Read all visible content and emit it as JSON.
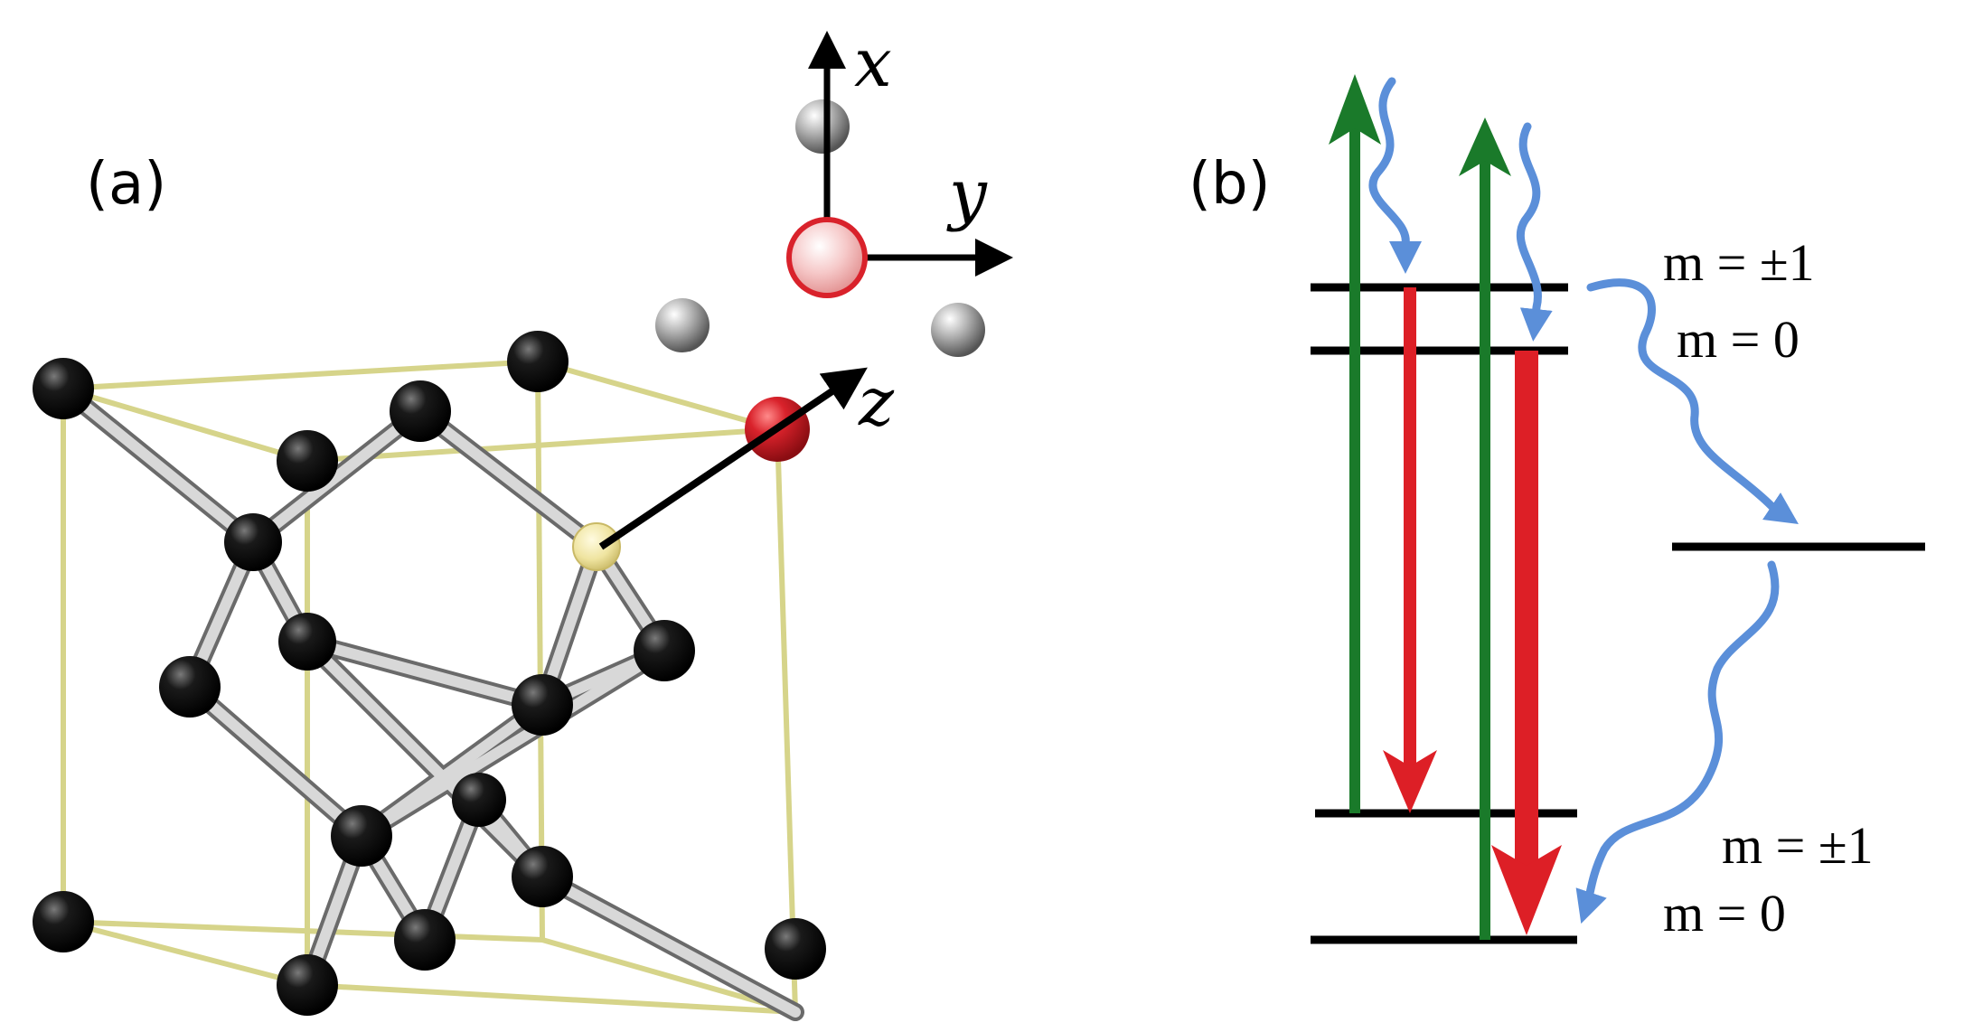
{
  "panels": {
    "a": {
      "label": "(a)"
    },
    "b": {
      "label": "(b)"
    }
  },
  "axes": {
    "x": "x",
    "y": "y",
    "z": "z"
  },
  "levels": {
    "excited_pm1": "m = ±1",
    "excited_0": "m = 0",
    "ground_pm1": "m = ±1",
    "ground_0": "m = 0"
  },
  "colors": {
    "carbon": "#000000",
    "nitrogen": "#d9222b",
    "vacancy": "#efe4a0",
    "cell_edge": "#d6d48a",
    "bond": "#c8c8c8",
    "excitation": "#1a7a2a",
    "emission": "#dd1f26",
    "nonradiative": "#5b8fd9",
    "level": "#000000"
  }
}
